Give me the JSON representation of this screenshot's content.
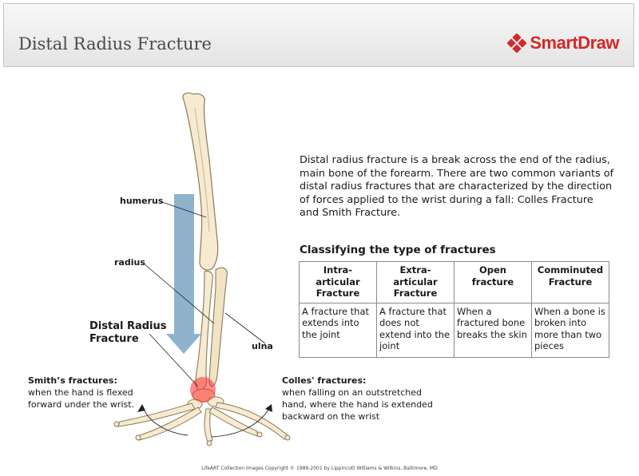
{
  "header": {
    "title": "Distal Radius Fracture",
    "logo": {
      "text": "SmartDraw",
      "icon": "diamond-logo-icon",
      "color": "#d22a2a"
    }
  },
  "labels": {
    "humerus": "humerus",
    "radius": "radius",
    "ulna": "ulna",
    "distal_radius_fracture": "Distal Radius Fracture"
  },
  "notes": {
    "smiths": {
      "title": "Smith’s fractures:",
      "body": "when the hand is flexed forward under the wrist."
    },
    "colles": {
      "title": "Colles' fractures:",
      "body": "when falling on an outstretched hand, where the hand is extended backward on the wrist"
    }
  },
  "description": "Distal radius fracture is a break across the end of the radius, main bone of the forearm. There are two common variants of distal radius fractures that are characterized by the direction of forces applied to the wrist during a fall: Colles Fracture and Smith Fracture.",
  "table": {
    "title": "Classifying the type of fractures",
    "headers": [
      "Intra-articular Fracture",
      "Extra-articular Fracture",
      "Open fracture",
      "Comminuted Fracture"
    ],
    "rows": [
      [
        "A fracture that extends into the joint",
        "A fracture that does not extend into the joint",
        "When a fractured bone breaks the skin",
        "When a bone is broken into more than two pieces"
      ]
    ]
  },
  "footer": "LifeART Collection Images Copyright © 1989-2001 by Lippincott Williams & Wilkins, Baltimore, MD",
  "colors": {
    "bone_fill": "#f6ead0",
    "bone_stroke": "#8a7a5a",
    "force_arrow": "#8fb3cd",
    "fracture_highlight": "#ff2a2a"
  }
}
